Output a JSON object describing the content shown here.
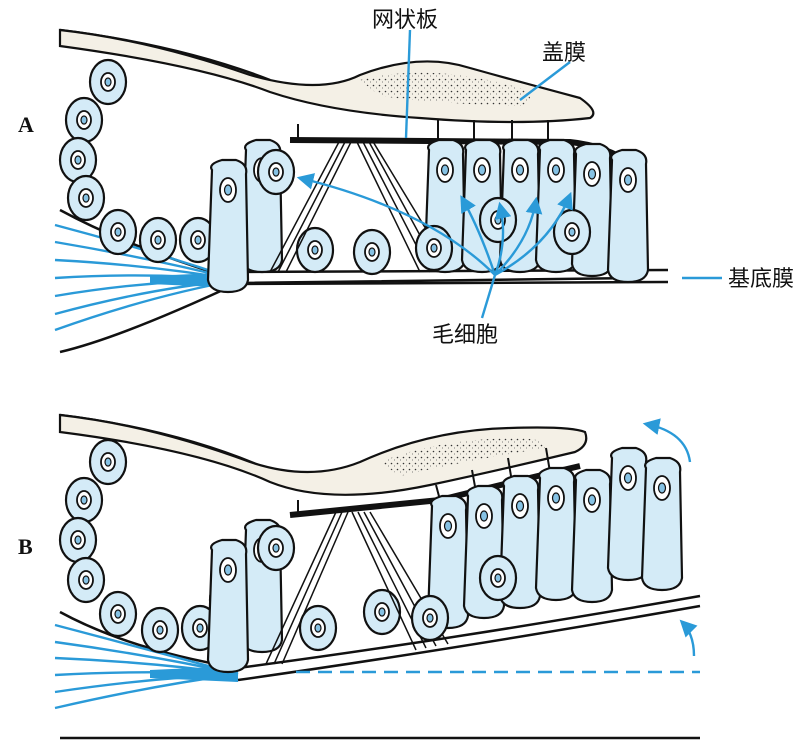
{
  "labels": {
    "reticular_lamina": "网状板",
    "tectorial_membrane": "盖膜",
    "basilar_membrane": "基底膜",
    "hair_cells": "毛细胞"
  },
  "panels": [
    {
      "letter": "A"
    },
    {
      "letter": "B"
    }
  ],
  "colors": {
    "cell_fill": "#d4ebf7",
    "nucleolus": "#86c2e4",
    "accent_blue": "#2a9ad8",
    "tectorial": "#f4f0e6"
  }
}
